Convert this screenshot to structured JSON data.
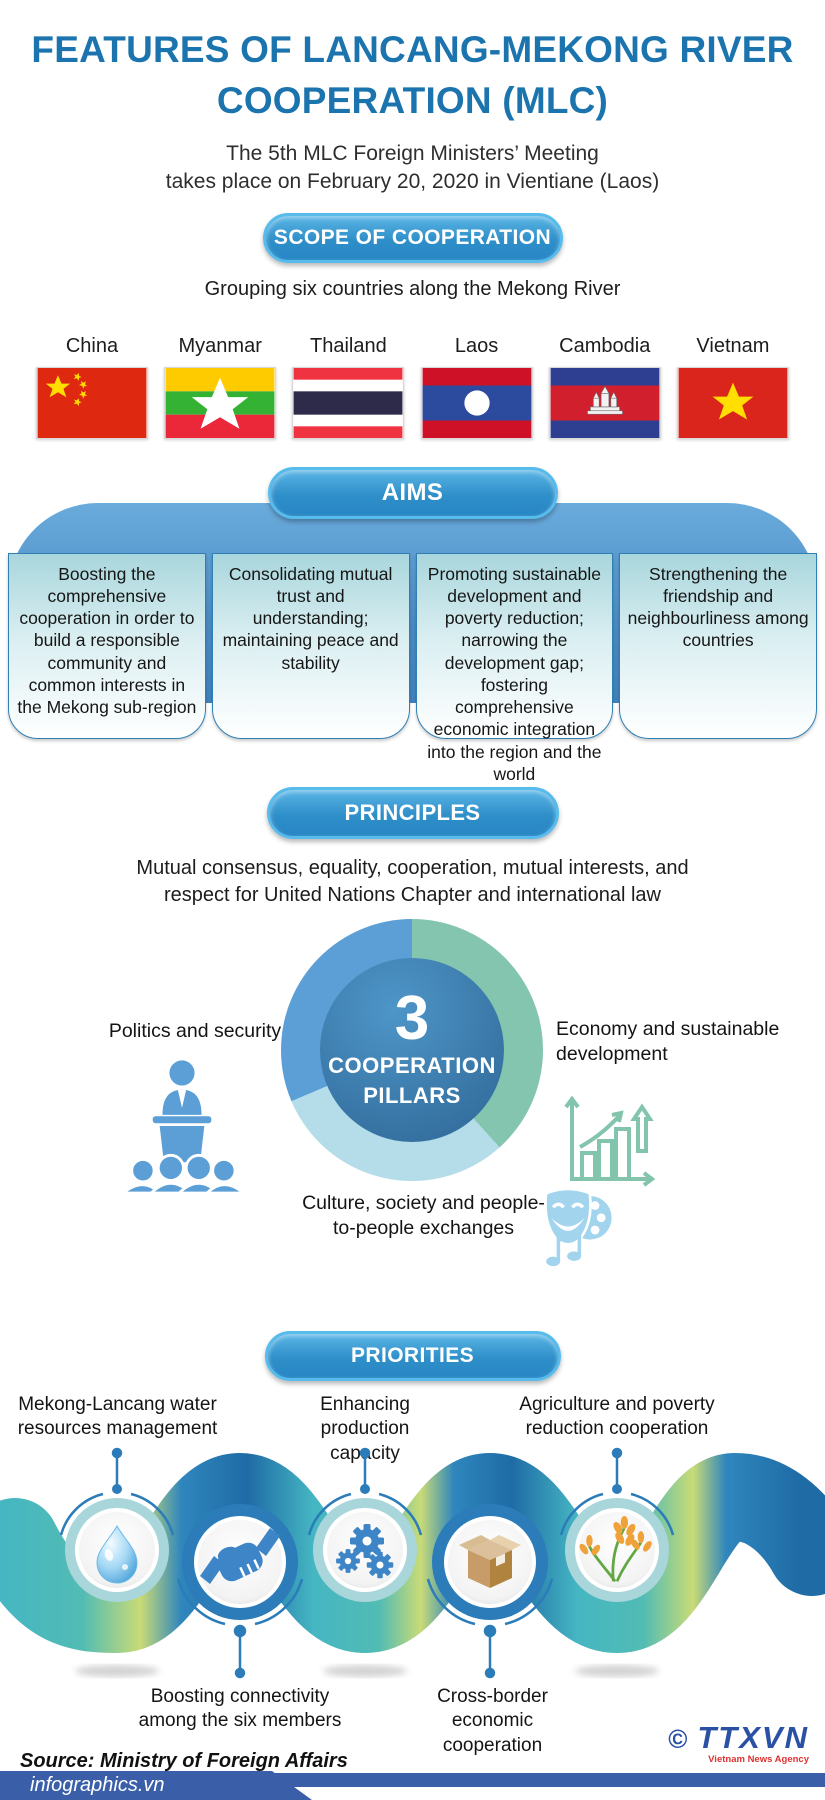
{
  "header": {
    "title_line1": "FEATURES OF LANCANG-MEKONG RIVER",
    "title_line2": "COOPERATION (MLC)",
    "subtitle_line1": "The 5th MLC Foreign Ministers’ Meeting",
    "subtitle_line2": "takes place on February 20, 2020 in Vientiane (Laos)"
  },
  "scope": {
    "heading": "SCOPE OF COOPERATION",
    "description": "Grouping six countries along the Mekong River",
    "countries": [
      "China",
      "Myanmar",
      "Thailand",
      "Laos",
      "Cambodia",
      "Vietnam"
    ]
  },
  "aims": {
    "heading": "AIMS",
    "items": [
      "Boosting the comprehensive cooperation in order to build a responsible community and common interests in the Mekong sub-region",
      "Consolidating mutual trust and understanding; maintaining peace and stability",
      "Promoting sustainable development and poverty reduction; narrowing the development gap; fostering comprehensive economic integration into the region and the world",
      "Strengthening the friendship and neighbourliness among countries"
    ]
  },
  "principles": {
    "heading": "PRINCIPLES",
    "text": "Mutual consensus, equality, cooperation, mutual interests, and respect for United Nations Chapter and international law"
  },
  "pillars": {
    "count": "3",
    "label_line1": "COOPERATION",
    "label_line2": "PILLARS",
    "items": [
      {
        "label": "Politics and security",
        "icon": "speaker-podium-icon"
      },
      {
        "label": "Economy and sustainable development",
        "icon": "growth-chart-icon"
      },
      {
        "label": "Culture, society and people-to-people exchanges",
        "icon": "theater-masks-icon"
      }
    ]
  },
  "priorities": {
    "heading": "PRIORITIES",
    "items": [
      {
        "label": "Mekong-Lancang water resources management",
        "icon": "water-drop-icon",
        "label_position": "top"
      },
      {
        "label": "Boosting connectivity among the six members",
        "icon": "handshake-icon",
        "label_position": "bottom"
      },
      {
        "label": "Enhancing production capacity",
        "icon": "gears-icon",
        "label_position": "top"
      },
      {
        "label": "Cross-border economic cooperation",
        "icon": "cardboard-box-icon",
        "label_position": "bottom"
      },
      {
        "label": "Agriculture and poverty reduction cooperation",
        "icon": "rice-plant-icon",
        "label_position": "top"
      }
    ]
  },
  "footer": {
    "source": "Source: Ministry of Foreign Affairs",
    "site": "infographics.vn",
    "copyright": "©",
    "agency": "TTXVN",
    "agency_sub": "Vietnam News Agency"
  },
  "colors": {
    "title_blue": "#1b74ad",
    "pill_blue": "#2f8fc9",
    "arch_blue": "#4b8cc4",
    "box_teal": "#a8d6dc",
    "donut_blue": "#5b9fd6",
    "donut_green": "#83c5ae",
    "donut_light": "#b5dde9",
    "wave_teal": "#45b6c2",
    "wave_blue": "#1f6ba6",
    "wave_lime": "#c9db76",
    "footer_blue": "#3b5ea9",
    "agency_red": "#e03131"
  }
}
